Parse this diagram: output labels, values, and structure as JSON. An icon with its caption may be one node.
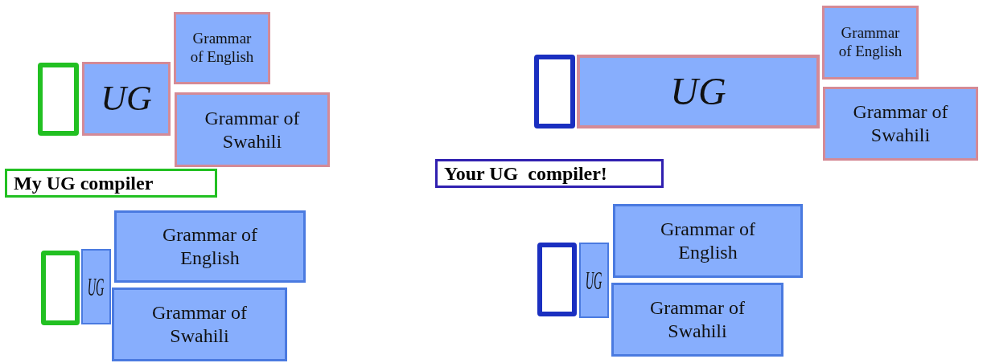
{
  "diagram": {
    "nodes": [
      {
        "text": [],
        "shape": "box"
      },
      {
        "text": [
          "UG"
        ]
      },
      {
        "text": [
          "Grammar of English"
        ]
      },
      {
        "text": [
          "Grammar of Swahili"
        ]
      },
      {
        "text": [
          "My UG compiler"
        ]
      },
      {
        "text": [],
        "shape": "box"
      },
      {
        "text": [
          "UG"
        ]
      },
      {
        "text": [
          "Grammar of English"
        ]
      },
      {
        "text": [
          "Grammar of Swahili"
        ]
      },
      {
        "text": [],
        "shape": "box"
      },
      {
        "text": [
          "UG"
        ]
      },
      {
        "text": [
          "Grammar of English"
        ]
      },
      {
        "text": [
          "Grammar of Swahili"
        ]
      },
      {
        "text": [
          "Your UG  compiler!"
        ]
      },
      {
        "text": [],
        "shape": "box"
      },
      {
        "text": [
          "UG"
        ]
      },
      {
        "text": [
          "Grammar of English"
        ]
      },
      {
        "text": [
          "Grammar of Swahili"
        ]
      }
    ]
  }
}
